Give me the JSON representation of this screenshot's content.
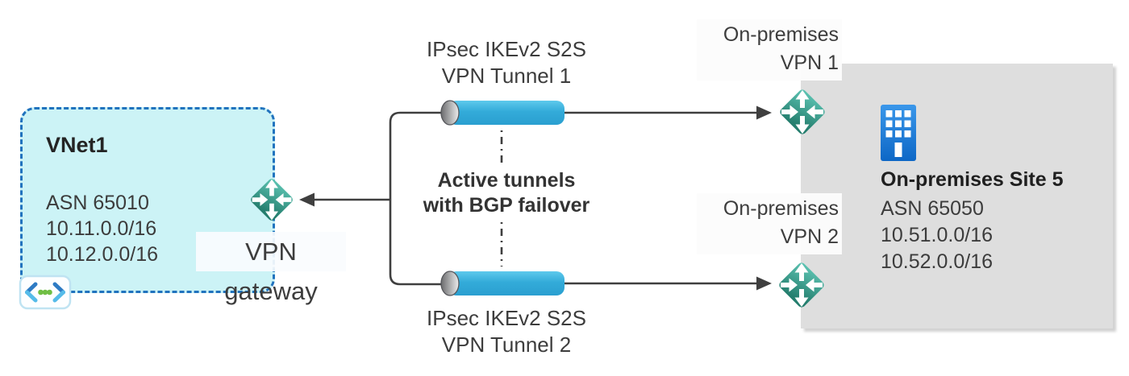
{
  "vnet": {
    "title": "VNet1",
    "asn": "ASN 65010",
    "prefix1": "10.11.0.0/16",
    "prefix2": "10.12.0.0/16"
  },
  "vpn_gateway_label": "VPN gateway",
  "tunnel1": {
    "line1": "IPsec IKEv2 S2S",
    "line2": "VPN Tunnel 1"
  },
  "tunnel2": {
    "line1": "IPsec IKEv2 S2S",
    "line2": "VPN Tunnel 2"
  },
  "center_note": {
    "line1": "Active tunnels",
    "line2": "with BGP failover"
  },
  "onprem_vpn1": {
    "line1": "On-premises",
    "line2": "VPN 1"
  },
  "onprem_vpn2": {
    "line1": "On-premises",
    "line2": "VPN 2"
  },
  "site": {
    "title": "On-premises Site 5",
    "asn": "ASN 65050",
    "prefix1": "10.51.0.0/16",
    "prefix2": "10.52.0.0/16"
  },
  "icons": {
    "virtual_network": "virtual-network-icon",
    "vpn_gateway": "vpn-gateway-icon",
    "building": "building-icon",
    "tunnel": "vpn-tunnel-pipe"
  },
  "colors": {
    "vnet_fill": "#ccf3f6",
    "vnet_border": "#2173be",
    "site_fill": "#dedede",
    "tunnel_blue": "#33abd9",
    "connector_line": "#3f3f3f",
    "gateway_teal_light": "#5fc6b5",
    "gateway_teal_dark": "#257e6e",
    "building_blue": "#1b7ad9",
    "vnet_icon_green": "#6fbe44"
  }
}
